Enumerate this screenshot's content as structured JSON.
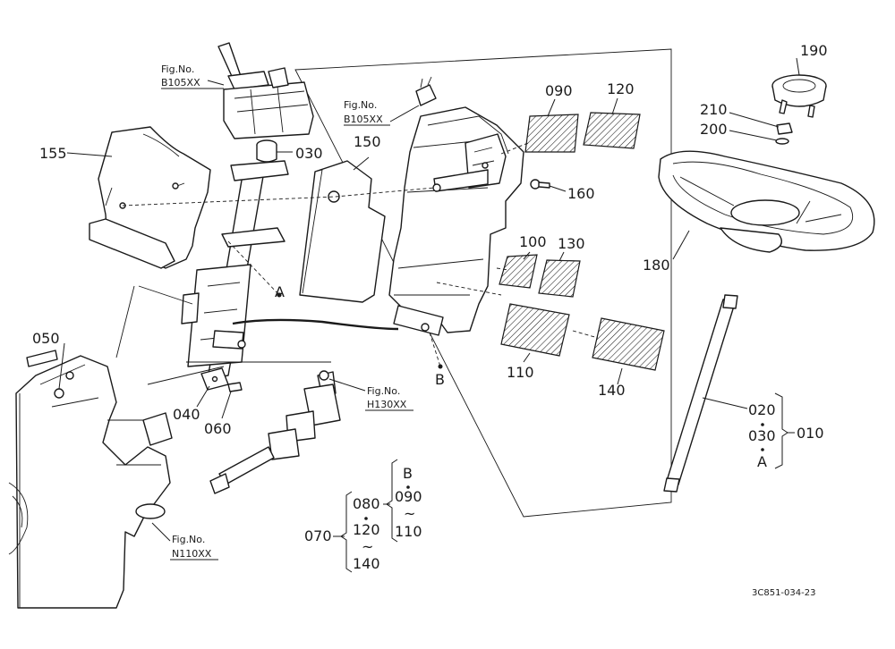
{
  "figure_refs": {
    "top_left": {
      "label": "Fig.No.",
      "code": "B105XX"
    },
    "top_center": {
      "label": "Fig.No.",
      "code": "B105XX"
    },
    "mid_right": {
      "label": "Fig.No.",
      "code": "H130XX"
    },
    "bottom_left": {
      "label": "Fig.No.",
      "code": "N110XX"
    }
  },
  "part_numbers": {
    "p190": "190",
    "p210": "210",
    "p200": "200",
    "p180": "180",
    "p090": "090",
    "p120": "120",
    "p100": "100",
    "p130": "130",
    "p110": "110",
    "p140": "140",
    "p150": "150",
    "p155": "155",
    "p160": "160",
    "p030": "030",
    "p050": "050",
    "p040": "040",
    "p060": "060"
  },
  "point_labels": {
    "a": "A",
    "b": "B"
  },
  "group_010": {
    "main": "010",
    "items": [
      "020",
      "030",
      "A"
    ]
  },
  "group_070": {
    "main": "070",
    "items": [
      "080",
      "120",
      "~",
      "140"
    ],
    "sub_items": [
      "B",
      "090",
      "~",
      "110"
    ]
  },
  "drawing_code": "3C851-034-23"
}
